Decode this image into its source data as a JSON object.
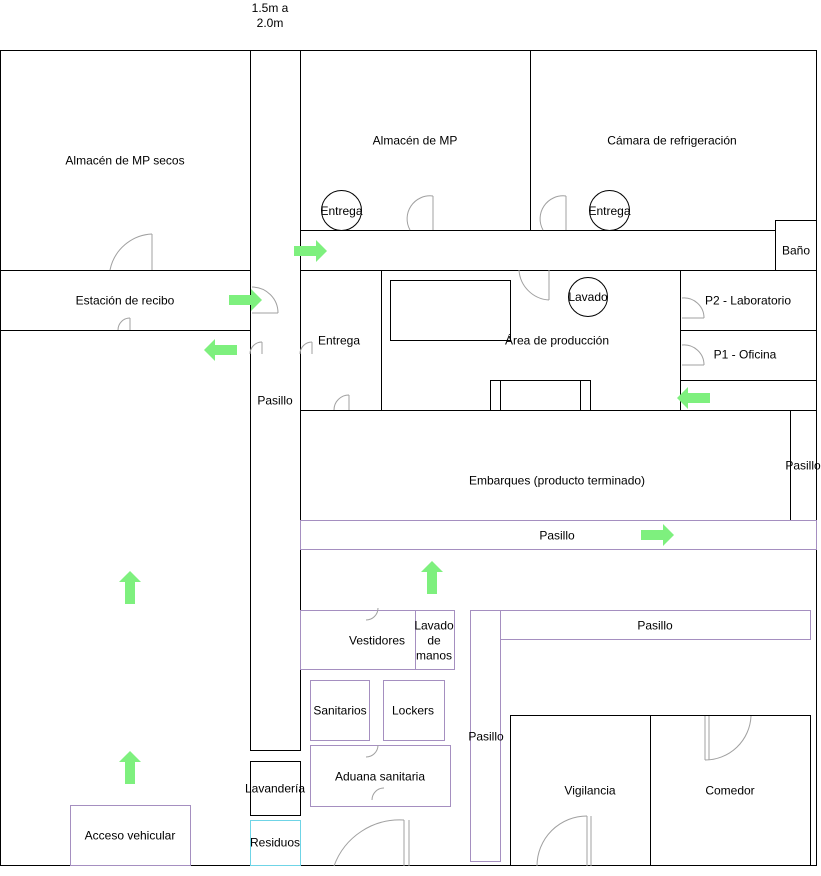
{
  "labels": {
    "dimension": "1.5m a\n2.0m",
    "almacen_mp_secos": "Almacén de MP secos",
    "almacen_mp": "Almacén de MP",
    "camara": "Cámara de refrigeración",
    "entrega_1": "Entrega",
    "entrega_2": "Entrega",
    "bano": "Baño",
    "estacion_recibo": "Estación de recibo",
    "lavado": "Lavado",
    "p2_lab": "P2 - Laboratorio",
    "entrega_3": "Entrega",
    "area_produccion": "Área de producción",
    "p1_oficina": "P1 - Oficina",
    "pasillo_left": "Pasillo",
    "pasillo_right": "Pasillo",
    "embarques": "Embarques (producto terminado)",
    "pasillo_main": "Pasillo",
    "pasillo_mid": "Pasillo",
    "vestidores": "Vestidores",
    "lavado_manos": "Lavado\nde\nmanos",
    "sanitarios": "Sanitarios",
    "lockers": "Lockers",
    "pasillo_vertical": "Pasillo",
    "aduana": "Aduana sanitaria",
    "lavanderia": "Lavandería",
    "residuos": "Residuos",
    "vigilancia": "Vigilancia",
    "comedor": "Comedor",
    "acceso": "Acceso vehicular"
  },
  "colors": {
    "arrow": "#7ef07e",
    "wall": "#000000",
    "partition": "#a58fc0",
    "residuos_border": "#6fd4e6"
  },
  "icons": [
    "door-icon",
    "flow-arrow-icon"
  ]
}
